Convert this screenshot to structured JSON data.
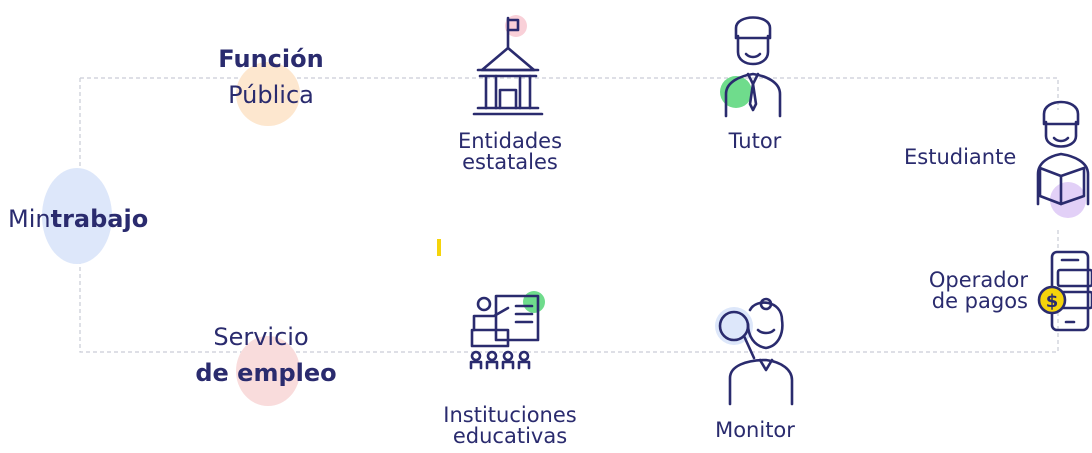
{
  "nodes": {
    "mintrabajo": {
      "prefix": "Min",
      "bold": "trabajo"
    },
    "funcion_publica": {
      "line1": "Función",
      "line2": "Pública"
    },
    "servicio_empleo": {
      "line1": "Servicio",
      "line2": "de empleo"
    },
    "entidades": {
      "line1": "Entidades",
      "line2": "estatales"
    },
    "instituciones": {
      "line1": "Instituciones",
      "line2": "educativas"
    },
    "tutor": {
      "label": "Tutor"
    },
    "monitor": {
      "label": "Monitor"
    },
    "estudiante": {
      "label": "Estudiante"
    },
    "operador": {
      "line1": "Operador",
      "line2": "de pagos"
    }
  },
  "colors": {
    "text": "#2a2b6e",
    "blue_blob": "#dde7fa",
    "peach_blob": "#fde7cf",
    "pink_blob": "#f9dcdc",
    "green_accent": "#6fdc8c",
    "purple_accent": "#e2d0f7",
    "yellow_accent": "#f5d40b",
    "connector": "#c9ccd6"
  },
  "icons": {
    "entidades": "government-building-flag-icon",
    "instituciones": "classroom-teacher-icon",
    "tutor": "tutor-man-tie-icon",
    "monitor": "monitor-woman-magnifier-icon",
    "estudiante": "student-reading-book-icon",
    "operador": "payment-phone-coin-icon"
  }
}
